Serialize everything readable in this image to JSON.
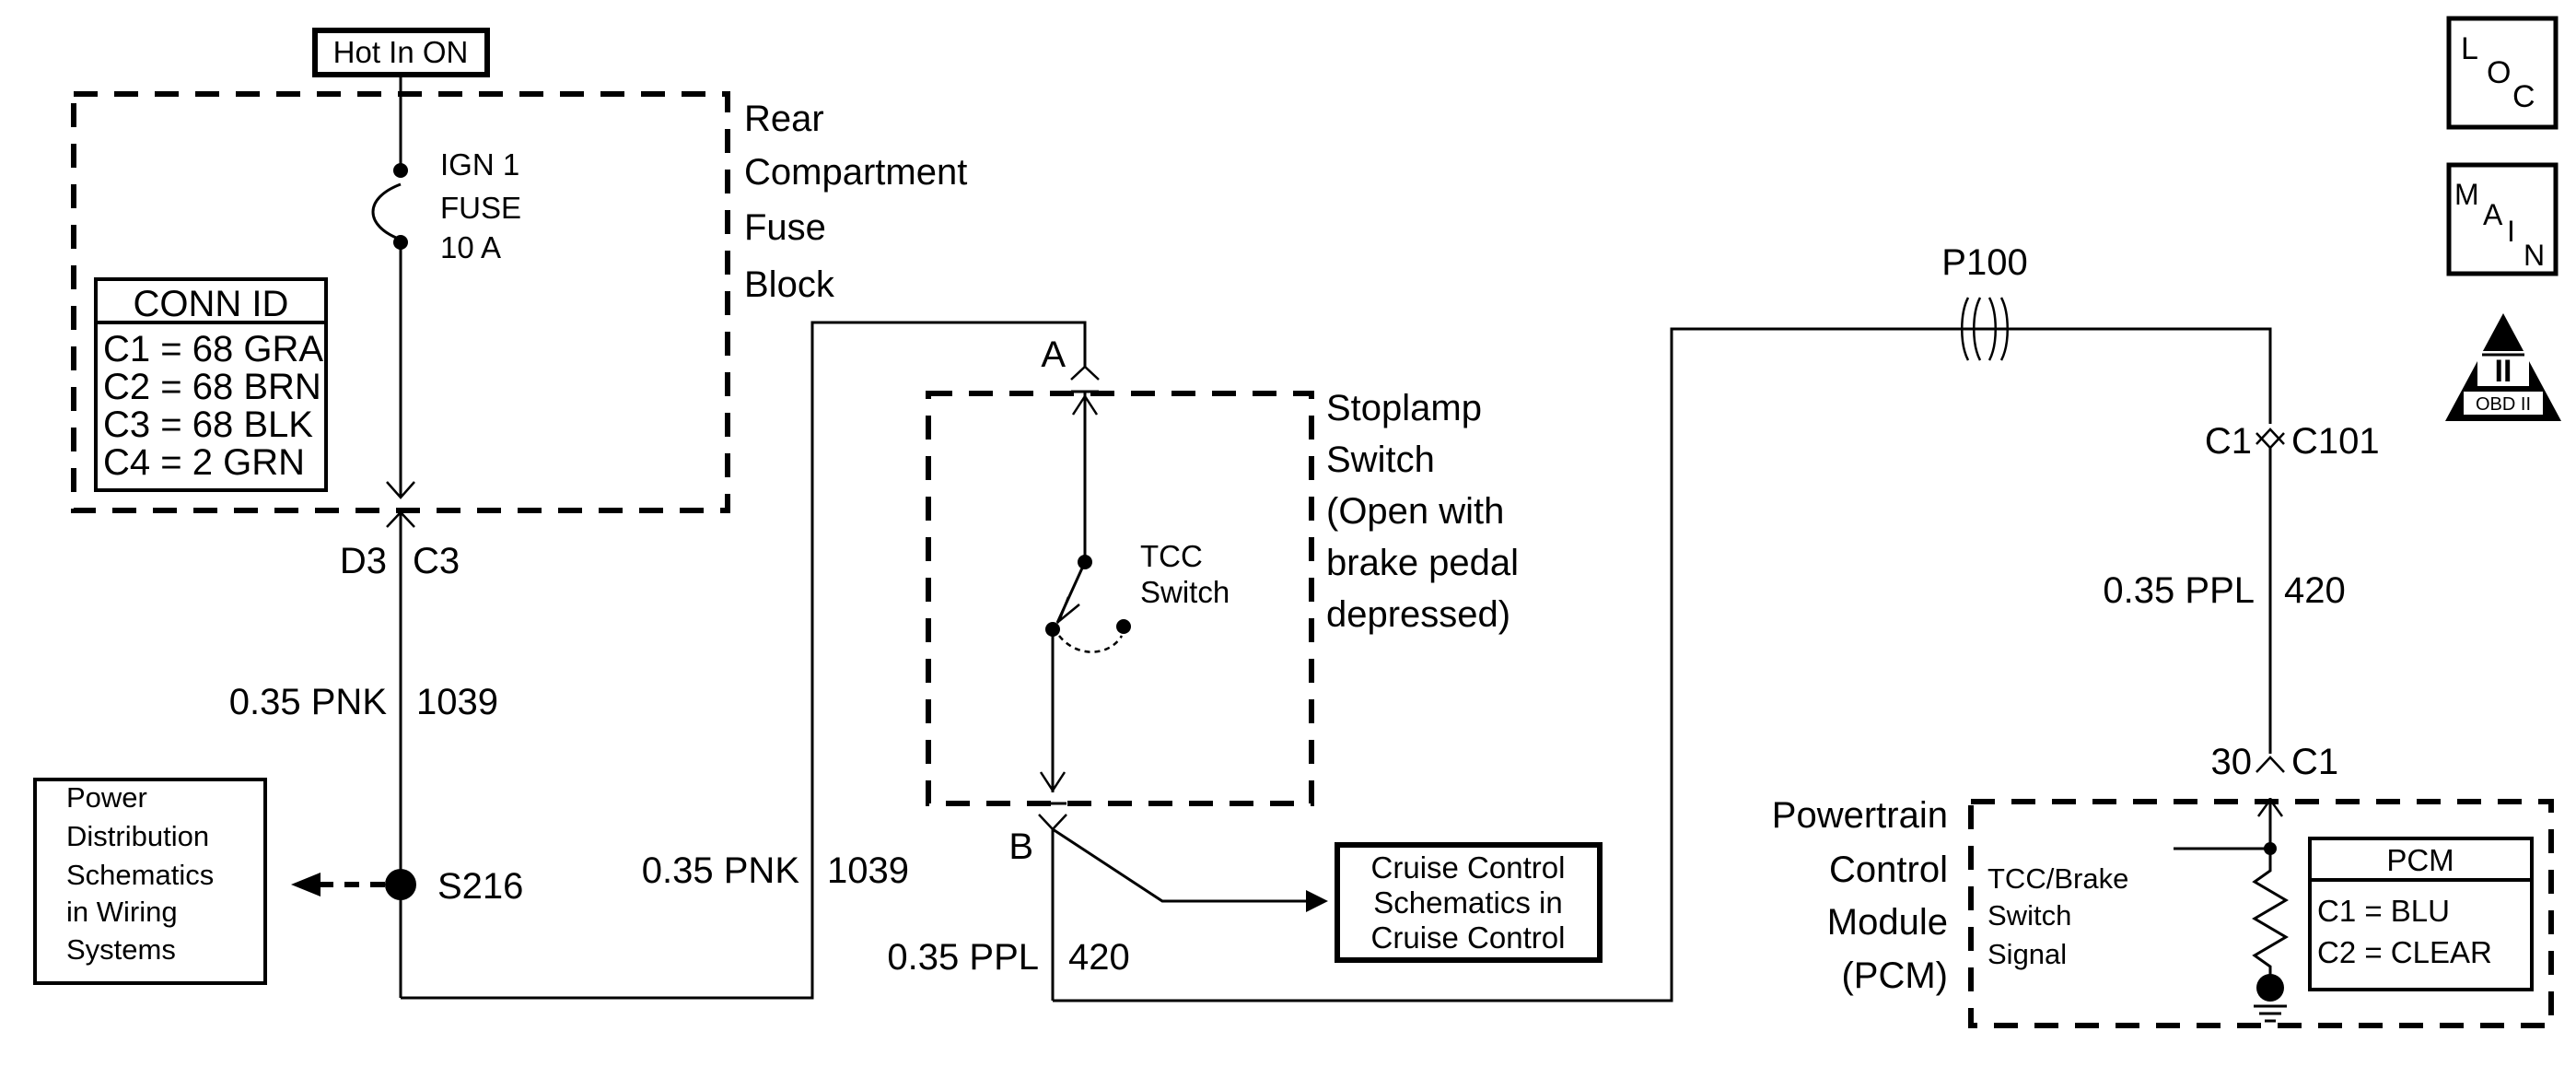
{
  "supply": {
    "hot_label": "Hot In ON"
  },
  "fuse_block": {
    "title": [
      "Rear",
      "Compartment",
      "Fuse",
      "Block"
    ],
    "fuse_label": [
      "IGN 1",
      "FUSE",
      "10 A"
    ],
    "conn_id": {
      "header": "CONN ID",
      "rows": [
        "C1 = 68 GRA",
        "C2 = 68 BRN",
        "C3 = 68 BLK",
        "C4 = 2 GRN"
      ]
    },
    "pin_left": "D3",
    "pin_right": "C3"
  },
  "wires": {
    "pnk_upper": {
      "gauge": "0.35 PNK",
      "circuit": "1039"
    },
    "pnk_lower": {
      "gauge": "0.35 PNK",
      "circuit": "1039"
    },
    "ppl_lower": {
      "gauge": "0.35 PPL",
      "circuit": "420"
    },
    "ppl_right": {
      "gauge": "0.35 PPL",
      "circuit": "420"
    }
  },
  "splice": {
    "label": "S216"
  },
  "power_distribution": {
    "lines": [
      "Power",
      "Distribution",
      "Schematics",
      "in Wiring",
      "Systems"
    ]
  },
  "stoplamp": {
    "title": [
      "Stoplamp",
      "Switch",
      "(Open with",
      "brake pedal",
      "depressed)"
    ],
    "terminal_a": "A",
    "terminal_b": "B",
    "switch_label": [
      "TCC",
      "Switch"
    ]
  },
  "cruise": {
    "lines": [
      "Cruise Control",
      "Schematics in",
      "Cruise Control"
    ]
  },
  "connectors": {
    "p100": "P100",
    "c1_left": "C1",
    "c101": "C101",
    "pin_30": "30",
    "c1_pcm": "C1"
  },
  "pcm": {
    "module_label": [
      "Powertrain",
      "Control",
      "Module",
      "(PCM)"
    ],
    "signal_label": [
      "TCC/Brake",
      "Switch",
      "Signal"
    ],
    "box_header": "PCM",
    "box_rows": [
      "C1 = BLU",
      "C2 = CLEAR"
    ]
  },
  "nav": {
    "loc": {
      "letters": [
        "L",
        "O",
        "C"
      ]
    },
    "main": {
      "letters": [
        "M",
        "A",
        "I",
        "N"
      ]
    },
    "obd": {
      "numeral": "II",
      "label": "OBD II"
    }
  }
}
